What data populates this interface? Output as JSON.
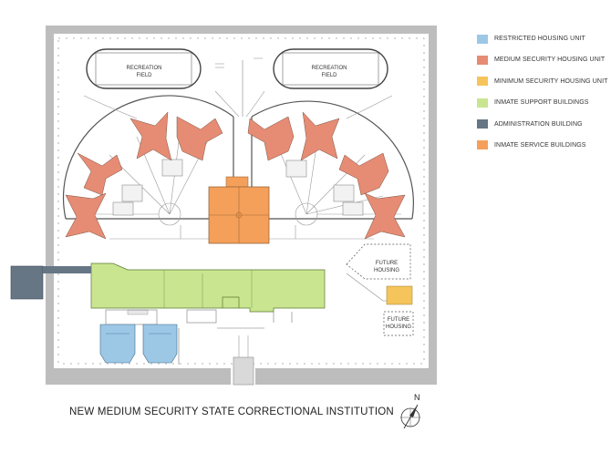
{
  "colors": {
    "restricted": "#9cc8e6",
    "medium": "#e68c74",
    "minimum": "#f5c55b",
    "support": "#c9e58f",
    "admin": "#667684",
    "service": "#f4a05b",
    "wall": "#bfbfbf"
  },
  "legend": [
    {
      "label": "RESTRICTED HOUSING UNIT",
      "color": "#9cc8e6"
    },
    {
      "label": "MEDIUM SECURITY HOUSING UNIT",
      "color": "#e68c74"
    },
    {
      "label": "MINIMUM SECURITY HOUSING UNIT",
      "color": "#f5c55b"
    },
    {
      "label": "INMATE SUPPORT BUILDINGS",
      "color": "#c9e58f"
    },
    {
      "label": "ADMINISTRATION BUILDING",
      "color": "#667684"
    },
    {
      "label": "INMATE SERVICE BUILDINGS",
      "color": "#f4a05b"
    }
  ],
  "map_labels": {
    "rec_left_1": "RECREATION",
    "rec_left_2": "FIELD",
    "rec_right_1": "RECREATION",
    "rec_right_2": "FIELD",
    "future_a_1": "FUTURE",
    "future_a_2": "HOUSING",
    "future_b_1": "FUTURE",
    "future_b_2": "HOUSING"
  },
  "title": "NEW MEDIUM SECURITY STATE CORRECTIONAL INSTITUTION",
  "north_label": "N"
}
